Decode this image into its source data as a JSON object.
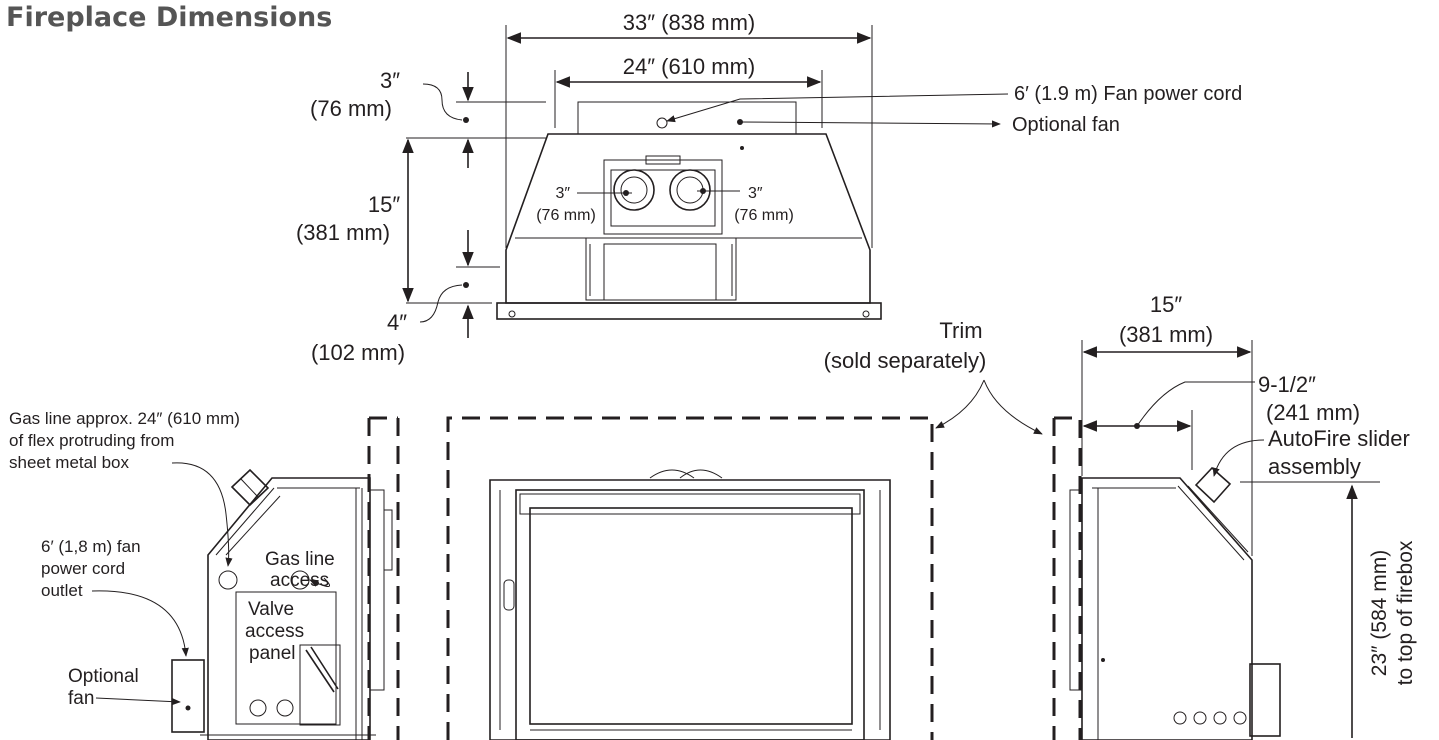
{
  "title": "Fireplace Dimensions",
  "top_view": {
    "overall_width": "33″ (838 mm)",
    "fan_width": "24″ (610 mm)",
    "fan_cord": "6′ (1.9 m) Fan power cord",
    "optional_fan": "Optional fan",
    "top_offset_value": "3″",
    "top_offset_mm": "(76 mm)",
    "depth_value": "15″",
    "depth_mm": "(381 mm)",
    "bottom_offset_value": "4″",
    "bottom_offset_mm": "(102 mm)",
    "collar_left_value": "3″",
    "collar_left_mm": "(76 mm)",
    "collar_right_value": "3″",
    "collar_right_mm": "(76 mm)"
  },
  "trim": {
    "line1": "Trim",
    "line2": "(sold separately)"
  },
  "left_view": {
    "gas_line_1": "Gas line approx.  24″ (610 mm)",
    "gas_line_2": "of flex protruding from",
    "gas_line_3": "sheet metal box",
    "fan_cord_1": "6′ (1,8 m) fan",
    "fan_cord_2": "power cord",
    "fan_cord_3": "outlet",
    "gas_access_1": "Gas line",
    "gas_access_2": "access",
    "valve_1": "Valve",
    "valve_2": "access",
    "valve_3": "panel",
    "opt_fan_1": "Optional",
    "opt_fan_2": "fan"
  },
  "right_view": {
    "depth_value": "15″",
    "depth_mm": "(381 mm)",
    "offset_value": "9-1/2″",
    "offset_mm": "(241 mm)",
    "autofire_1": "AutoFire slider",
    "autofire_2": "assembly",
    "height_1": "23″ (584 mm)",
    "height_2": "to top of firebox"
  },
  "colors": {
    "line": "#231f20",
    "glass": "#d9d9d9",
    "title": "#555555"
  }
}
